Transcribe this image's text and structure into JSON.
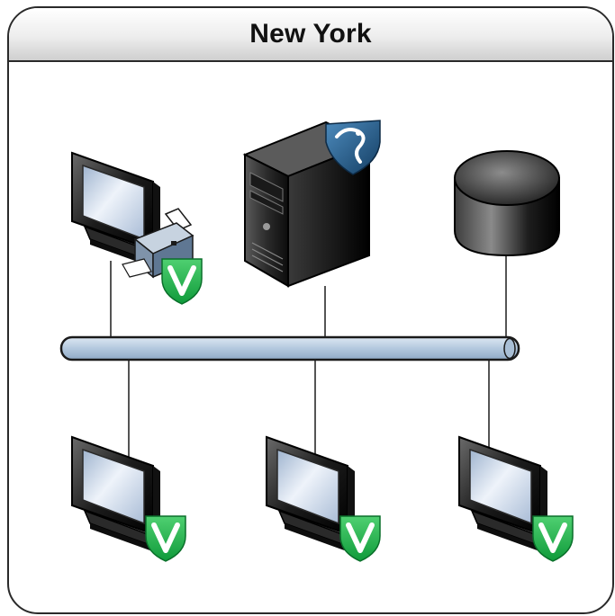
{
  "title": "New York",
  "nodes": [
    {
      "id": "workstation-with-printer",
      "icon": "workstation-printer-icon",
      "badge": "V"
    },
    {
      "id": "server",
      "icon": "server-tower-icon",
      "badge": "shield"
    },
    {
      "id": "database",
      "icon": "database-cylinder-icon"
    },
    {
      "id": "workstation-bottom-left",
      "icon": "workstation-icon",
      "badge": "V"
    },
    {
      "id": "workstation-bottom-center",
      "icon": "workstation-icon",
      "badge": "V"
    },
    {
      "id": "workstation-bottom-right",
      "icon": "workstation-icon",
      "badge": "V"
    }
  ],
  "colors": {
    "bus": "#b9cde0",
    "badge": "#1db34a",
    "shield": "#1f5e8c",
    "outline": "#1a1a1a"
  }
}
